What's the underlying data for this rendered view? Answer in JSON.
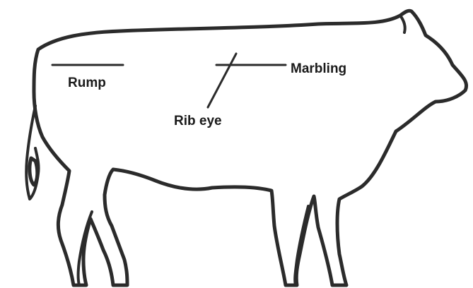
{
  "diagram": {
    "labels": {
      "rump": "Rump",
      "marbling": "Marbling",
      "rib_eye": "Rib eye"
    },
    "colors": {
      "outline": "#2b2b2b",
      "background": "#ffffff"
    }
  }
}
